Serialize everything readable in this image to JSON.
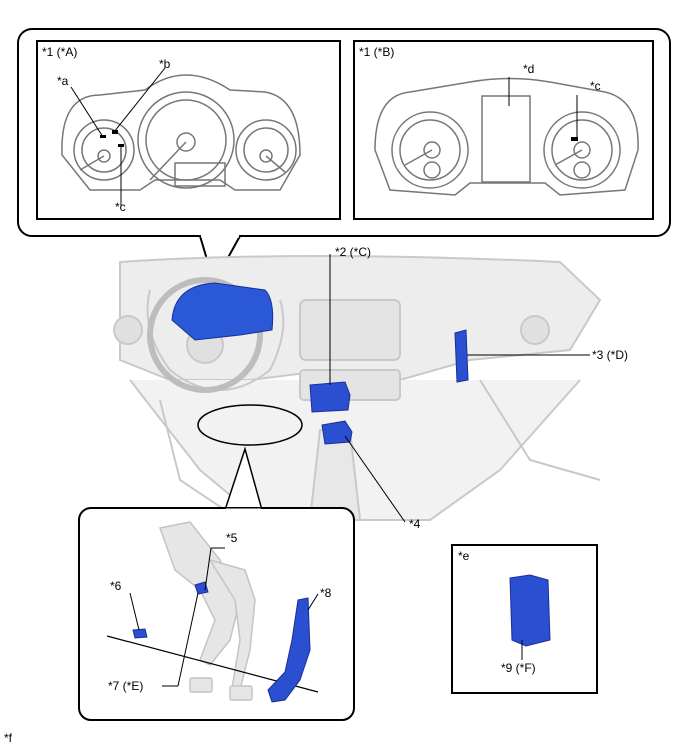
{
  "panel_a": {
    "title": "*1 (*A)",
    "callout_a": "*a",
    "callout_b": "*b",
    "callout_c": "*c"
  },
  "panel_b": {
    "title": "*1 (*B)",
    "callout_d": "*d",
    "callout_c": "*c"
  },
  "dashboard": {
    "label_2": "*2 (*C)",
    "label_3": "*3 (*D)",
    "label_4": "*4"
  },
  "pedal_inset": {
    "label_5": "*5",
    "label_6": "*6",
    "label_7": "*7 (*E)",
    "label_8": "*8"
  },
  "module_inset": {
    "title": "*e",
    "label_9": "*9 (*F)"
  },
  "footnote": "*f",
  "colors": {
    "part_blue": "#2a4fd0",
    "part_blue_dark": "#1a2f9a",
    "line": "#000000",
    "ghost": "#d8d8d8"
  }
}
